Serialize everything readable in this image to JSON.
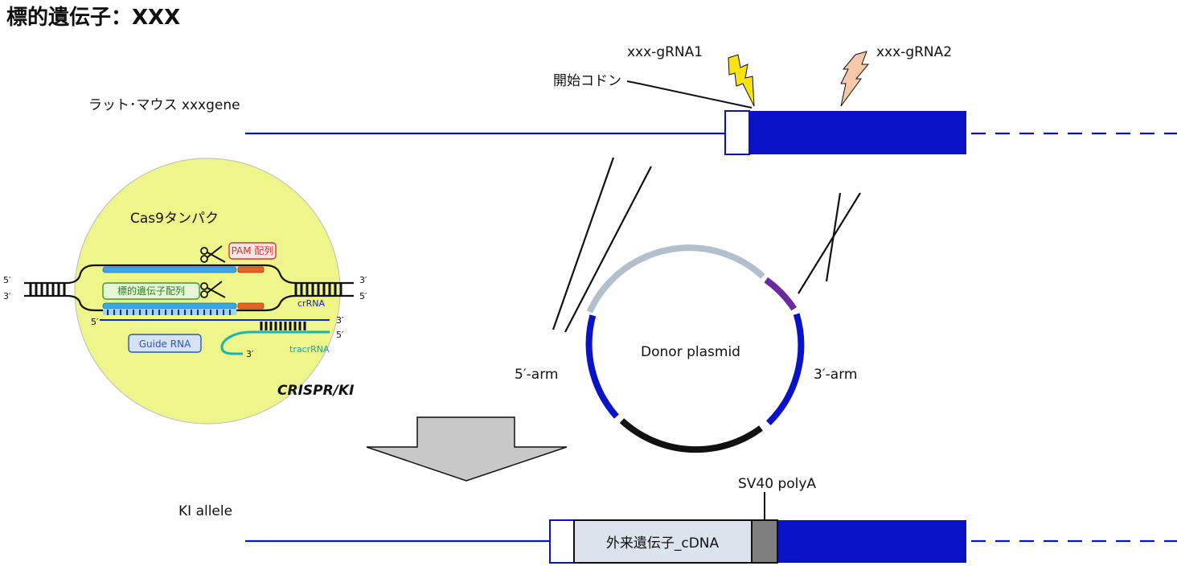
{
  "title": "標的遺伝子：XXX",
  "wt_gene": {
    "label": "ラット･マウス xxxgene",
    "start_codon_label": "開始コドン",
    "grna1_label": "xxx-gRNA1",
    "grna2_label": "xxx-gRNA2"
  },
  "cas9": {
    "title": "Cas9タンパク",
    "pam_label": "PAM 配列",
    "target_label": "標的遺伝子配列",
    "guide_label": "Guide RNA",
    "crrna_label": "crRNA",
    "tracrrna_label": "tracrRNA",
    "caption": "CRISPR/KI",
    "p5": "5′",
    "p3": "3′"
  },
  "plasmid": {
    "label": "Donor plasmid",
    "left_arm": "5′-arm",
    "right_arm": "3′-arm"
  },
  "ki": {
    "label": "KI allele",
    "cdna_label": "外来遺伝子_cDNA",
    "polya_label": "SV40 polyA"
  },
  "colors": {
    "navy": "#0a12c8",
    "cas9_fill": "#eef58a",
    "grna1_bolt": "#f7e312",
    "grna2_bolt": "#f7c8a8",
    "plasmid_backbone": "#b3bfcd",
    "plasmid_purple": "#6a2aa0",
    "cdna_fill": "#dde3ec",
    "polya_fill": "#7f7f7f",
    "arrow_fill": "#c8c8c8"
  }
}
